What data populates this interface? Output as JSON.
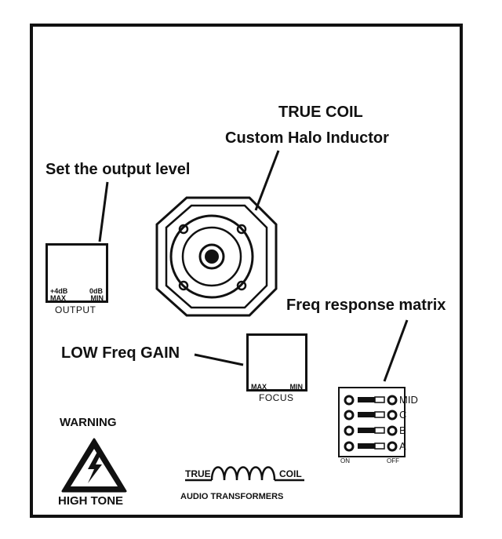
{
  "callouts": {
    "coil_title": "TRUE COIL",
    "coil_subtitle": "Custom Halo Inductor",
    "output": "Set the output level",
    "freq_matrix": "Freq response matrix",
    "low_freq": "LOW Freq GAIN"
  },
  "output_knob": {
    "caption": "OUTPUT",
    "left_top": "+4dB",
    "left_bottom": "MAX",
    "right_top": "0dB",
    "right_bottom": "MIN"
  },
  "focus_knob": {
    "caption": "FOCUS",
    "left": "MAX",
    "right": "MIN"
  },
  "switch_matrix": {
    "rows": [
      "MID",
      "C",
      "B",
      "A"
    ],
    "on_label": "ON",
    "off_label": "OFF"
  },
  "warning": {
    "top": "WARNING",
    "bottom": "HIGH TONE"
  },
  "logo": {
    "left": "TRUE",
    "right": "COIL",
    "tagline": "AUDIO TRANSFORMERS"
  }
}
